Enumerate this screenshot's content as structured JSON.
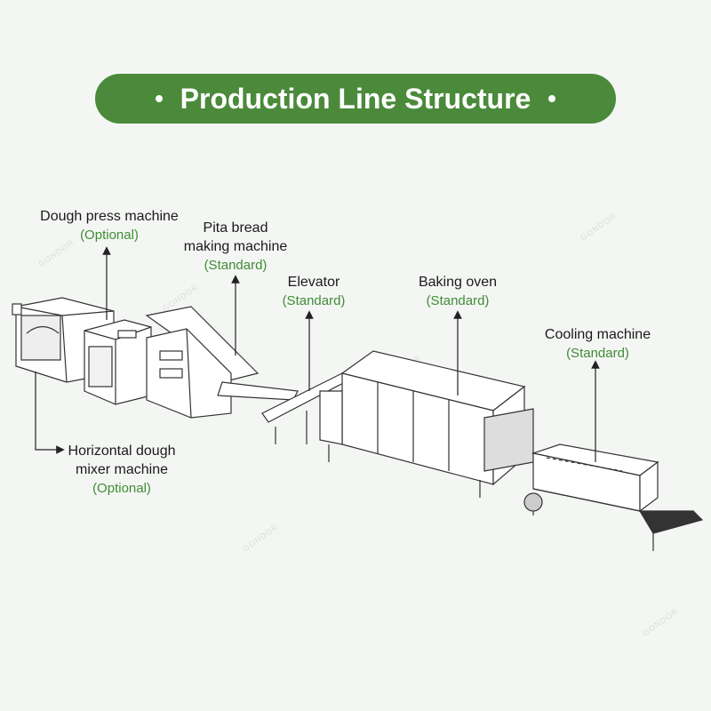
{
  "title": "Production Line Structure",
  "watermark": "GONDOR",
  "colors": {
    "accent": "#4a8a3a",
    "tag": "#3f8c34"
  },
  "labels": [
    {
      "id": "dough-press",
      "name": "Dough press machine",
      "tag": "(Optional)"
    },
    {
      "id": "pita-bread",
      "name_line1": "Pita bread",
      "name_line2": "making machine",
      "tag": "(Standard)"
    },
    {
      "id": "elevator",
      "name": "Elevator",
      "tag": "(Standard)"
    },
    {
      "id": "baking-oven",
      "name": "Baking oven",
      "tag": "(Standard)"
    },
    {
      "id": "cooling",
      "name": "Cooling machine",
      "tag": "(Standard)"
    },
    {
      "id": "mixer",
      "name_line1": "Horizontal dough",
      "name_line2": "mixer machine",
      "tag": "(Optional)"
    }
  ]
}
